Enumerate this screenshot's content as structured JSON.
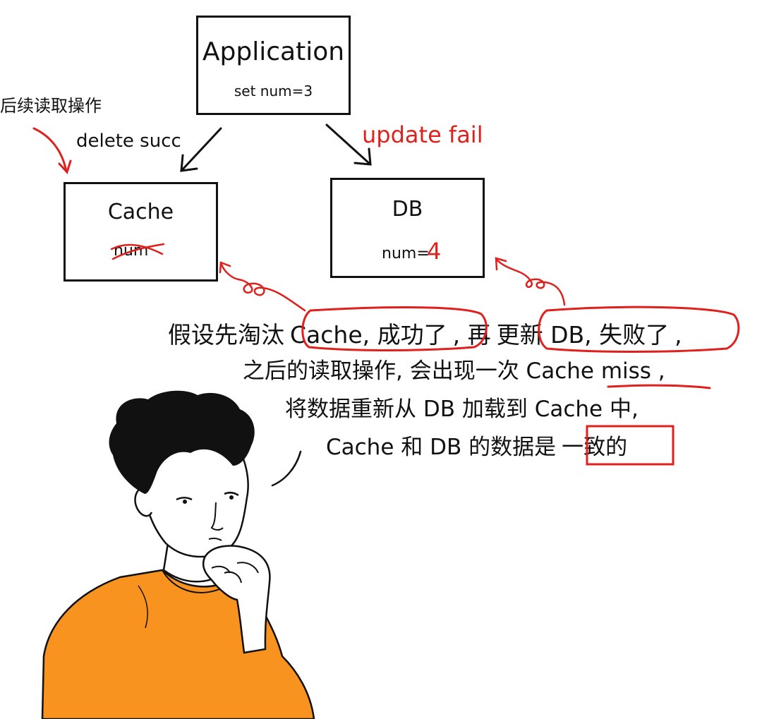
{
  "app_box": {
    "title": "Application",
    "subtitle": "set num=3"
  },
  "cache_box": {
    "title": "Cache",
    "value": "num"
  },
  "db_box": {
    "title": "DB",
    "value_label": "num=",
    "value": "4"
  },
  "labels": {
    "subsequent_read": "后续读取操作",
    "delete_succ": "delete succ",
    "update_fail": "update fail"
  },
  "explanation": {
    "line1": {
      "p1": "假设先淘汰",
      "circled1": "Cache, 成功了",
      "p2": ", 再",
      "circled2": "更新 DB, 失败了",
      "p3": ","
    },
    "line2": "之后的读取操作, 会出现一次 Cache miss ,",
    "line3": "将数据重新从 DB 加载到 Cache 中,",
    "line4": {
      "p1": "Cache 和 DB 的数据是",
      "boxed": "一致的"
    }
  },
  "colors": {
    "accent": "#e0201c",
    "ink": "#111111",
    "shirt": "#f7931e"
  }
}
